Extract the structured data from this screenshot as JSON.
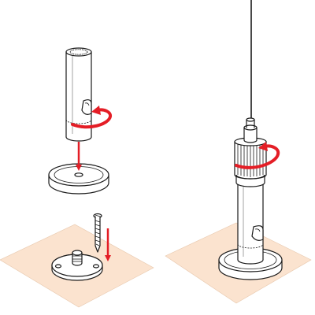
{
  "diagram": {
    "panels": [
      {
        "id": "ceiling-mount-assembly",
        "steps": [
          "screw-base-plate-to-surface",
          "place-cap-on-base",
          "screw-sleeve-onto-cap"
        ]
      },
      {
        "id": "cable-gripper-assembled",
        "steps": [
          "insert-cable",
          "tighten-collar"
        ]
      }
    ]
  },
  "colors": {
    "arrow": "#e41e26",
    "surface": "#fbe3cf",
    "line": "#1a1a1a",
    "part_fill": "#ffffff"
  },
  "icons": [
    "rotation-arrow-icon",
    "down-arrow-icon",
    "screw-icon"
  ]
}
